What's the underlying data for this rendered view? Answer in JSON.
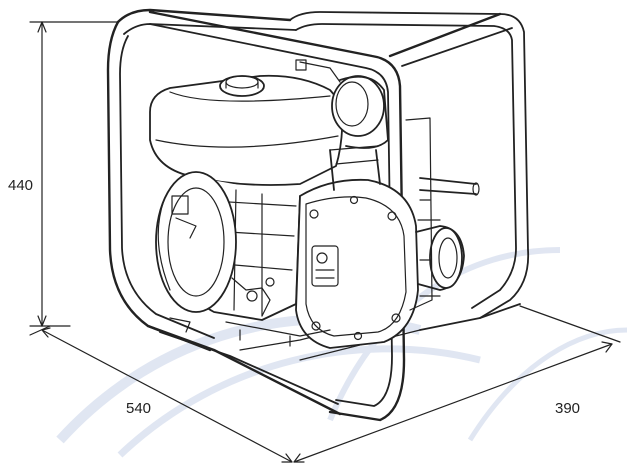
{
  "dimensions": {
    "height": {
      "value": 440
    },
    "length": {
      "value": 540
    },
    "width": {
      "value": 390
    }
  },
  "colors": {
    "line": "#222222",
    "watermark": "#c8d2e8",
    "background": "#ffffff"
  }
}
